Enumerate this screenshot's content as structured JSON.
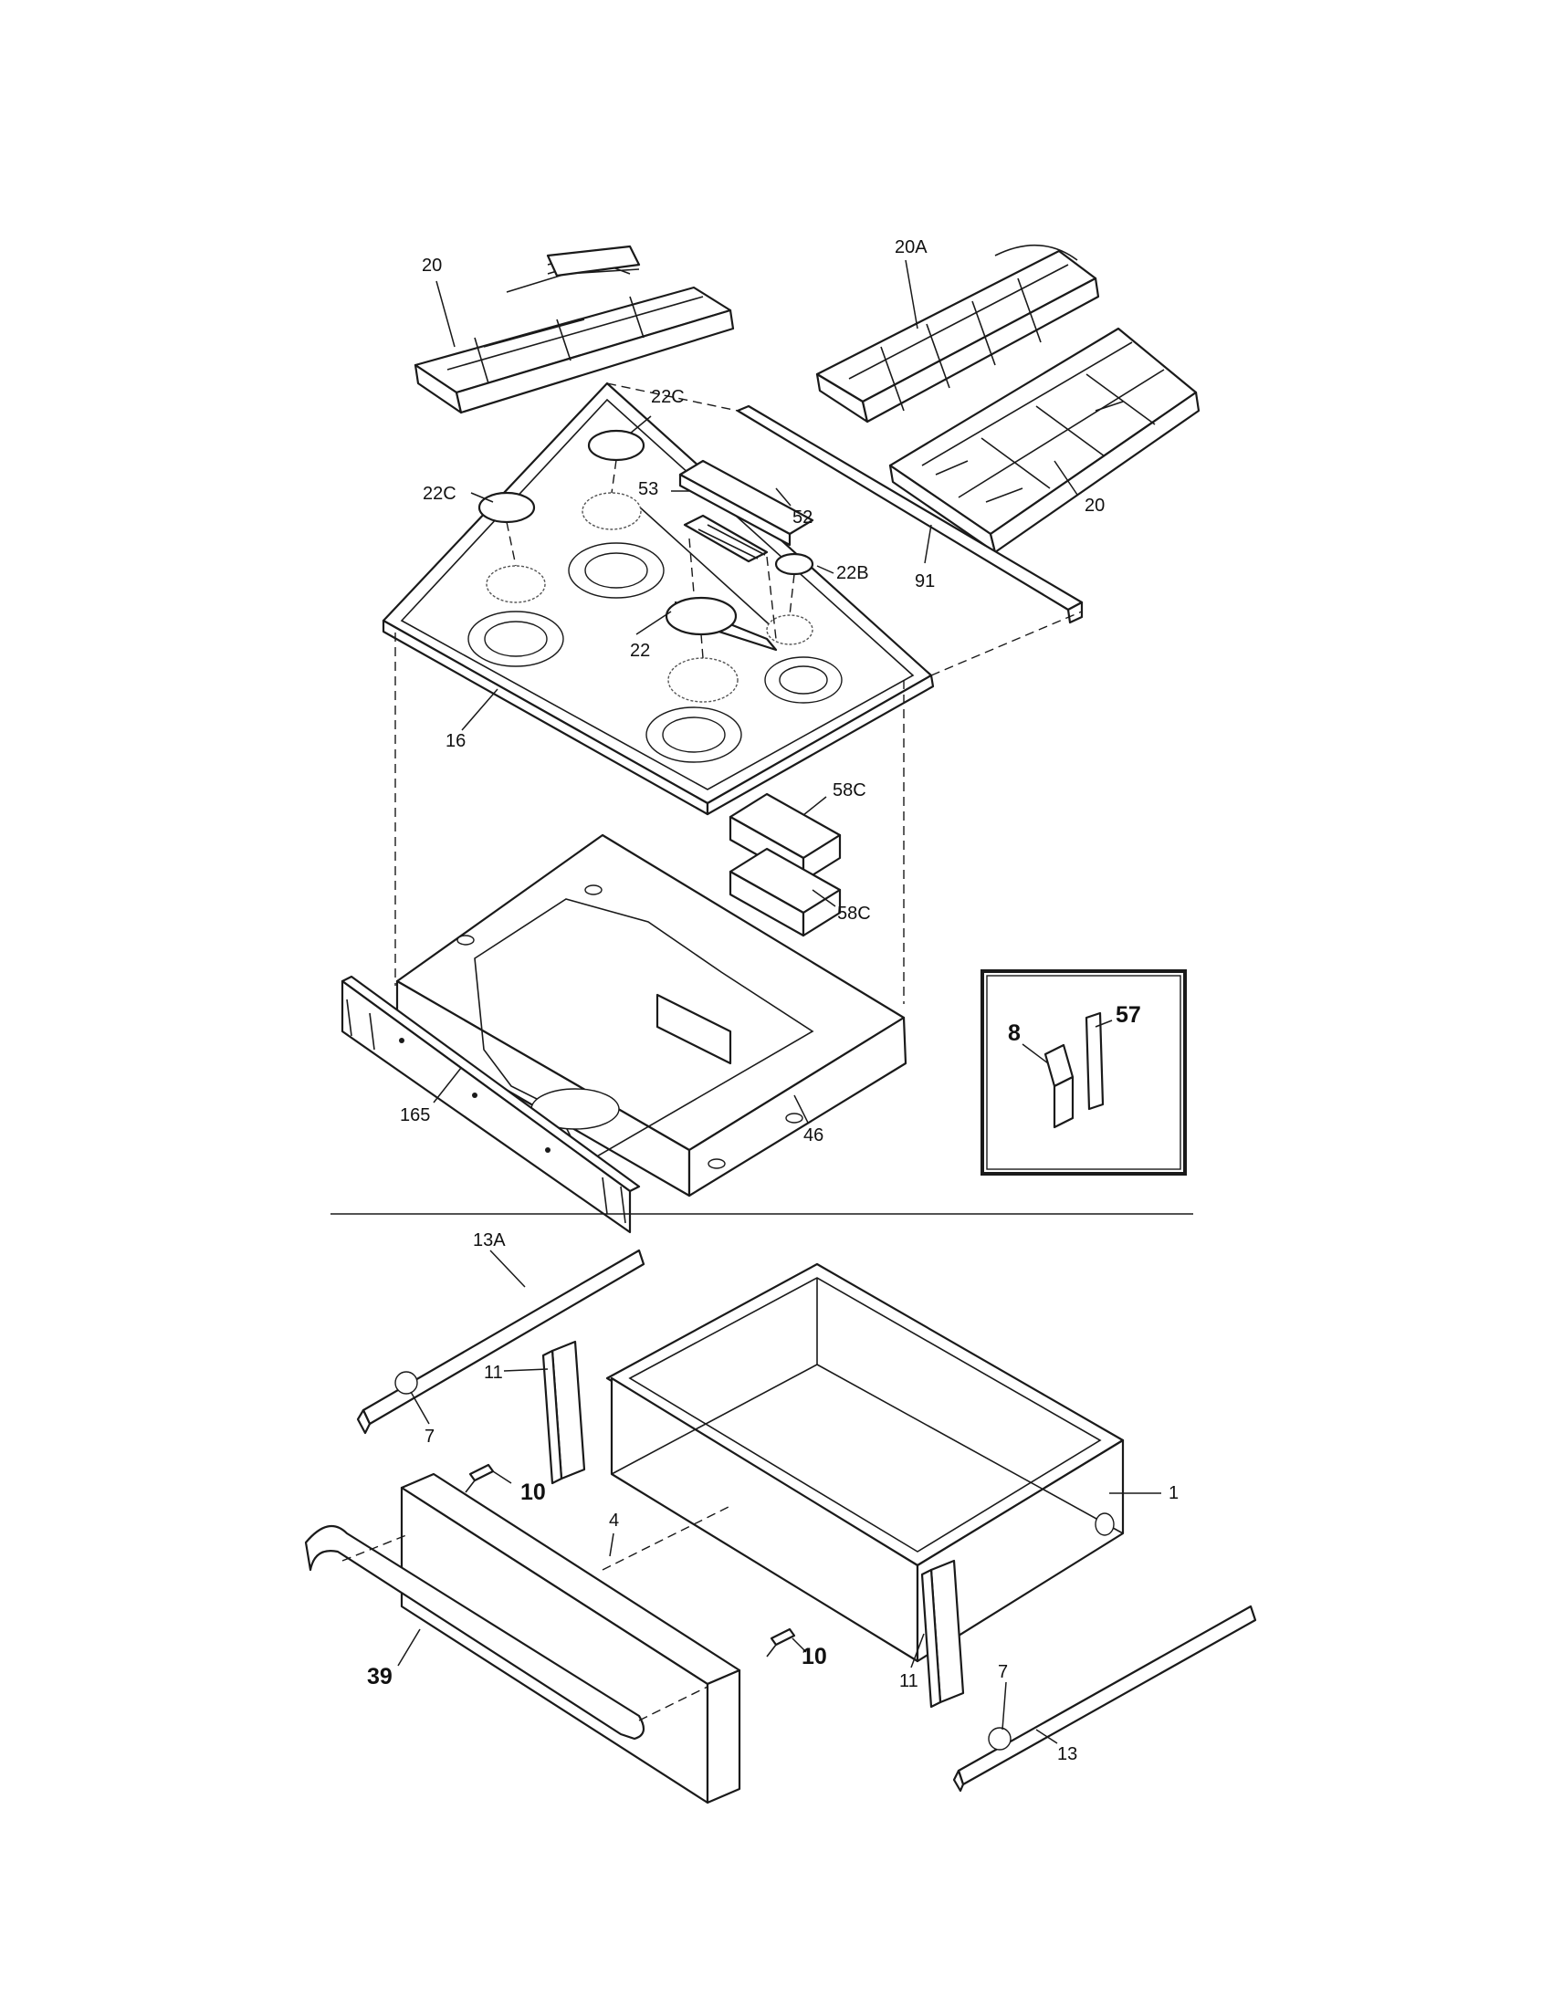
{
  "labels": {
    "grate_left": "20",
    "grate_center": "20A",
    "grate_right": "20",
    "cap_22c_a": "22C",
    "cap_22c_b": "22C",
    "vent_trim": "52",
    "vent_grille": "53",
    "cap_22b": "22B",
    "rear_trim": "91",
    "cap_22": "22",
    "cooktop": "16",
    "foam_upper": "58C",
    "foam_lower": "58C",
    "burner_box": "46",
    "front_bracket": "165",
    "inset_part_a": "8",
    "inset_part_b": "57",
    "slide_left": "13A",
    "slide_right": "13",
    "roller_left": "7",
    "roller_right": "7",
    "bracket_left": "11",
    "bracket_right": "11",
    "screw_upper": "10",
    "screw_lower": "10",
    "drawer_front": "4",
    "drawer_box": "1",
    "handle": "39"
  }
}
